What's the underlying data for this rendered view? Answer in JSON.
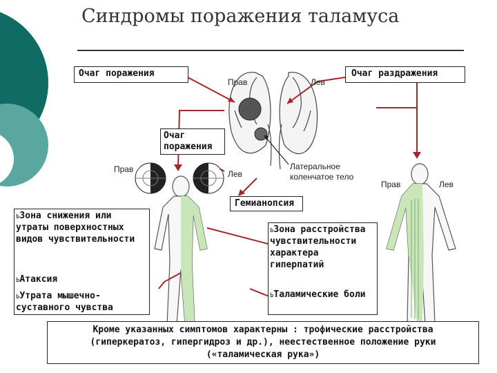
{
  "title": "Синдромы поражения таламуса",
  "boxes": {
    "lesion_focus": "Очаг поражения",
    "irritation_focus": "Очаг раздражения",
    "lesion_focus_2": "Очаг поражения",
    "hemianopsia": "Гемианопсия"
  },
  "labels": {
    "right_top": "Прав",
    "left_top": "Лев",
    "right_mid": "Прав",
    "left_mid": "Лев",
    "lateral_body": "Латеральное коленчатое тело",
    "right_fig": "Прав",
    "left_fig": "Лев"
  },
  "left_symptoms": [
    "Зона снижения или утраты поверхностных видов чувствительности",
    "Атаксия",
    "Утрата мышечно-суставного чувства"
  ],
  "right_symptoms": [
    "Зона расстройства чувствительности характера гиперпатий",
    "Таламические боли"
  ],
  "bullet_glyph": "Ь",
  "footer": "Кроме указанных симптомов характерны : трофические расстройства (гиперкератоз, гипергидроз и др.), неестественное положение руки («таламическая рука»)",
  "colors": {
    "arrow": "#a0282a",
    "dark_teal": "#0f6b63",
    "light_teal": "#5aa7a0"
  }
}
